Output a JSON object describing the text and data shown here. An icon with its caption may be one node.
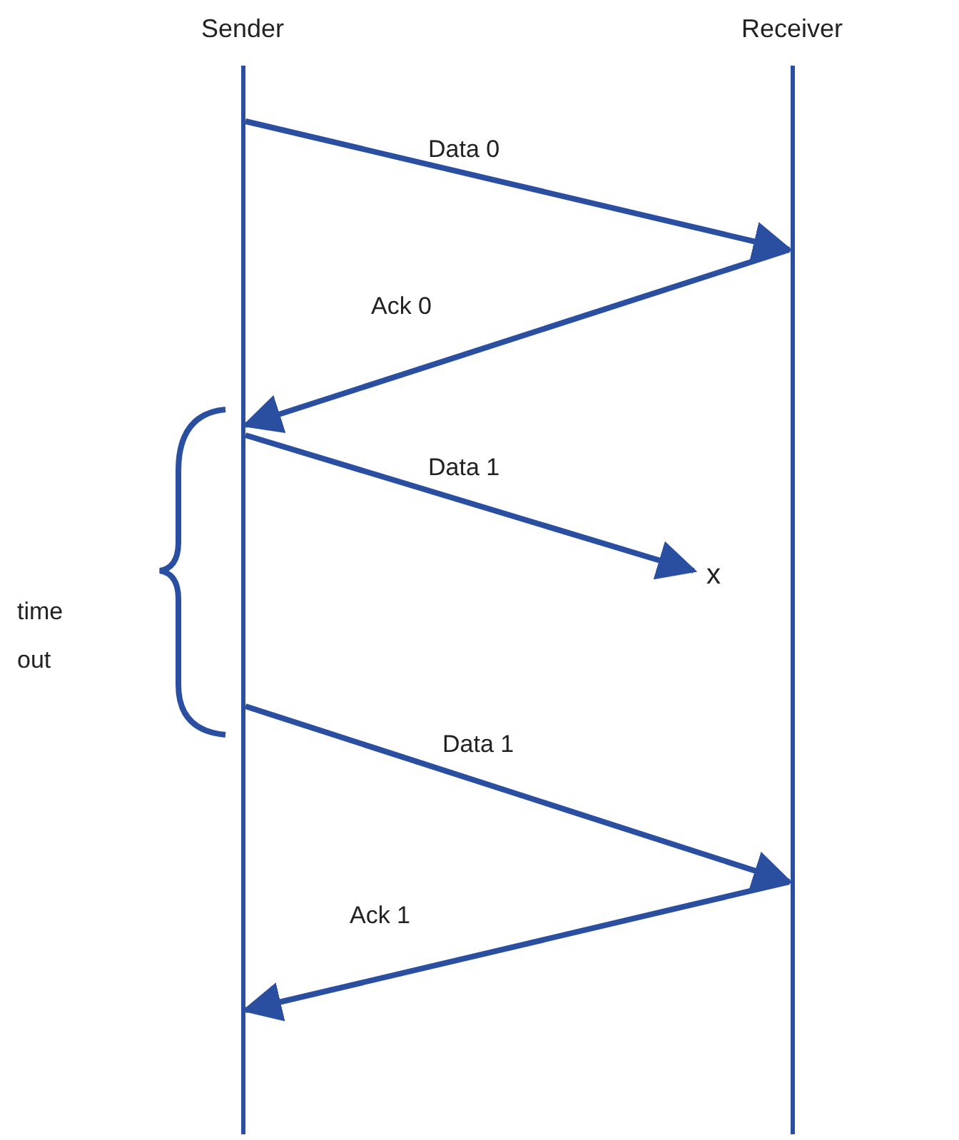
{
  "diagram": {
    "nodes": [
      {
        "text": [
          "Sender"
        ]
      },
      {
        "text": [
          "Receiver"
        ]
      },
      {
        "text": [
          "x"
        ]
      }
    ],
    "edges": [
      {
        "from": 0,
        "to": 1,
        "label": "Data 0",
        "arrow": "to"
      },
      {
        "from": 1,
        "to": 0,
        "label": "Ack 0",
        "arrow": "to"
      },
      {
        "from": 0,
        "to": 2,
        "label": "Data 1",
        "arrow": "to"
      },
      {
        "from": 0,
        "to": 1,
        "label": "Data 1",
        "arrow": "to"
      },
      {
        "from": 1,
        "to": 0,
        "label": "Ack 1",
        "arrow": "to"
      }
    ],
    "labels": [
      "time out"
    ]
  }
}
